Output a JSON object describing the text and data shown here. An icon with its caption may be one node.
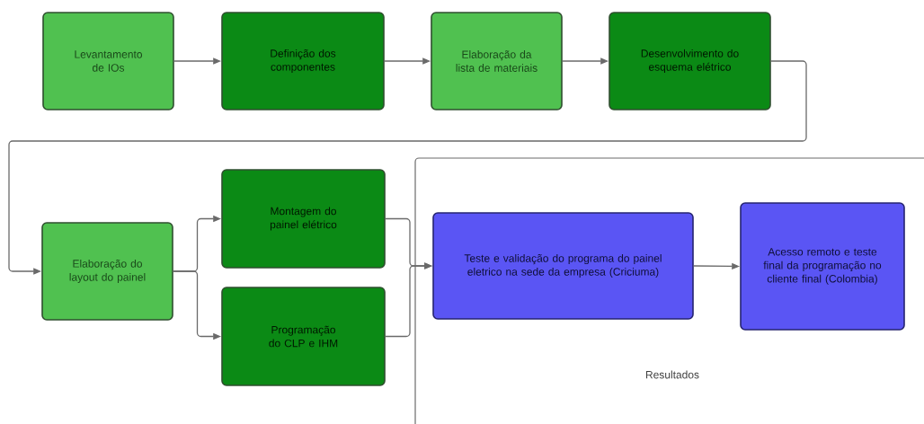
{
  "diagram": {
    "nodes": [
      {
        "text": [
          "Levantamento de IOs"
        ]
      },
      {
        "text": [
          "Definição dos componentes"
        ]
      },
      {
        "text": [
          "Elaboração da lista de materiais"
        ]
      },
      {
        "text": [
          "Desenvolvimento do esquema elétrico"
        ]
      },
      {
        "text": [
          "Elaboração do layout do painel"
        ]
      },
      {
        "text": [
          "Montagem do painel elétrico"
        ]
      },
      {
        "text": [
          "Programação do CLP e IHM"
        ]
      },
      {
        "text": [
          "Resultados"
        ]
      },
      {
        "text": [
          "Teste e validação do programa do painel eletrico na sede da empresa (Criciuma)"
        ],
        "in": 7
      },
      {
        "text": [
          "Acesso remoto e teste final da programação no cliente final (Colombia)"
        ],
        "in": 7
      }
    ],
    "edges": [
      {
        "from": 0,
        "to": 1,
        "arrow": "to"
      },
      {
        "from": 1,
        "to": 2,
        "arrow": "to"
      },
      {
        "from": 2,
        "to": 3,
        "arrow": "to"
      },
      {
        "from": 3,
        "to": 4,
        "arrow": "to"
      },
      {
        "from": 4,
        "to": 5,
        "arrow": "to"
      },
      {
        "from": 4,
        "to": 6,
        "arrow": "to"
      },
      {
        "from": 5,
        "to": 8,
        "arrow": "to"
      },
      {
        "from": 6,
        "to": 8,
        "arrow": "to"
      },
      {
        "from": 8,
        "to": 9,
        "arrow": "to"
      }
    ]
  }
}
